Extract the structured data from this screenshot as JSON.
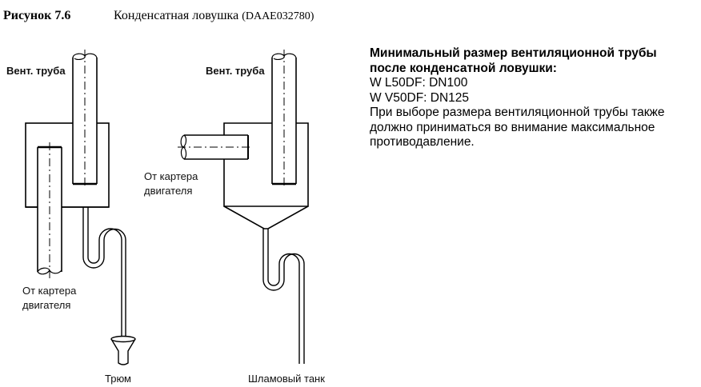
{
  "caption": {
    "figure_number": "Рисунок 7.6",
    "title": "Конденсатная ловушка",
    "code": "(DAAE032780)"
  },
  "notes": {
    "heading_line1": "Минимальный размер вентиляционной трубы",
    "heading_line2": "после конденсатной ловушки:",
    "spec_l50df": "W L50DF: DN100",
    "spec_v50df": "W V50DF: DN125",
    "text_line1": "При выборе размера вентиляционной трубы также",
    "text_line2": "должно приниматься во внимание максимальное",
    "text_line3": "противодавление."
  },
  "diagram_left": {
    "vent_label": "Вент. труба",
    "inlet_label_line1": "От картера",
    "inlet_label_line2": "двигателя",
    "outlet_label": "Трюм"
  },
  "diagram_right": {
    "vent_label": "Вент. труба",
    "inlet_label_line1": "От картера",
    "inlet_label_line2": "двигателя",
    "outlet_label": "Шламовый танк"
  }
}
